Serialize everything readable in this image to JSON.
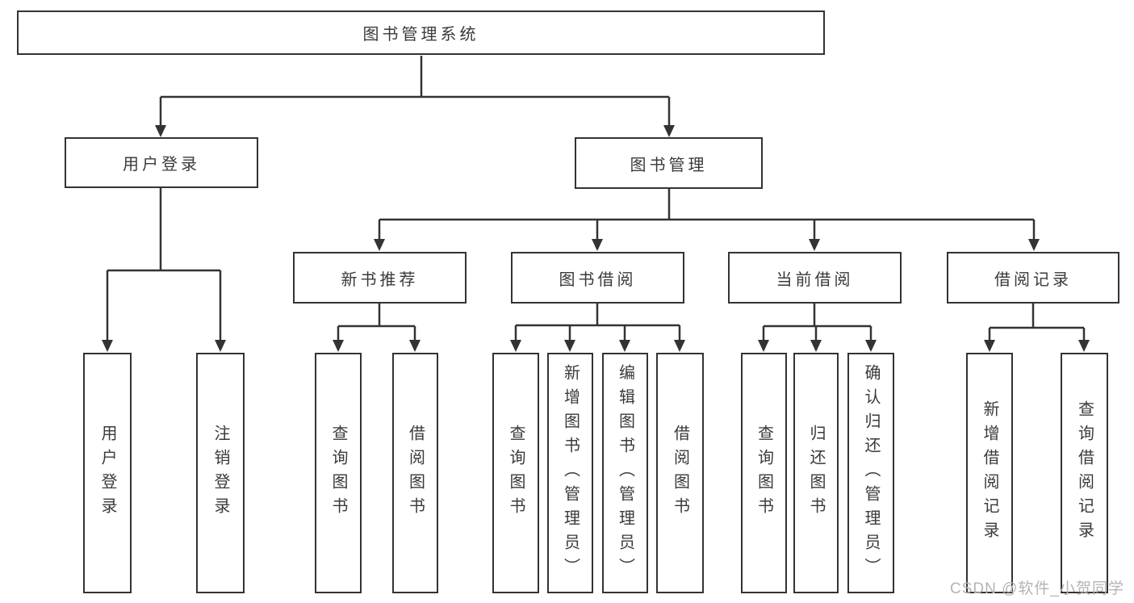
{
  "tree": {
    "label": "图书管理系统",
    "children": [
      {
        "label": "用户登录",
        "children": [
          {
            "label": "用户登录"
          },
          {
            "label": "注销登录"
          }
        ]
      },
      {
        "label": "图书管理",
        "children": [
          {
            "label": "新书推荐",
            "children": [
              {
                "label": "查询图书"
              },
              {
                "label": "借阅图书"
              }
            ]
          },
          {
            "label": "图书借阅",
            "children": [
              {
                "label": "查询图书"
              },
              {
                "label": "新增图书（管理员）"
              },
              {
                "label": "编辑图书（管理员）"
              },
              {
                "label": "借阅图书"
              }
            ]
          },
          {
            "label": "当前借阅",
            "children": [
              {
                "label": "查询图书"
              },
              {
                "label": "归还图书"
              },
              {
                "label": "确认归还（管理员）"
              }
            ]
          },
          {
            "label": "借阅记录",
            "children": [
              {
                "label": "新增借阅记录"
              },
              {
                "label": "查询借阅记录"
              }
            ]
          }
        ]
      }
    ]
  },
  "watermark": "CSDN @软件_小贺同学",
  "colors": {
    "line": "#333333",
    "watermark": "#b4b4b4",
    "background": "#ffffff"
  }
}
